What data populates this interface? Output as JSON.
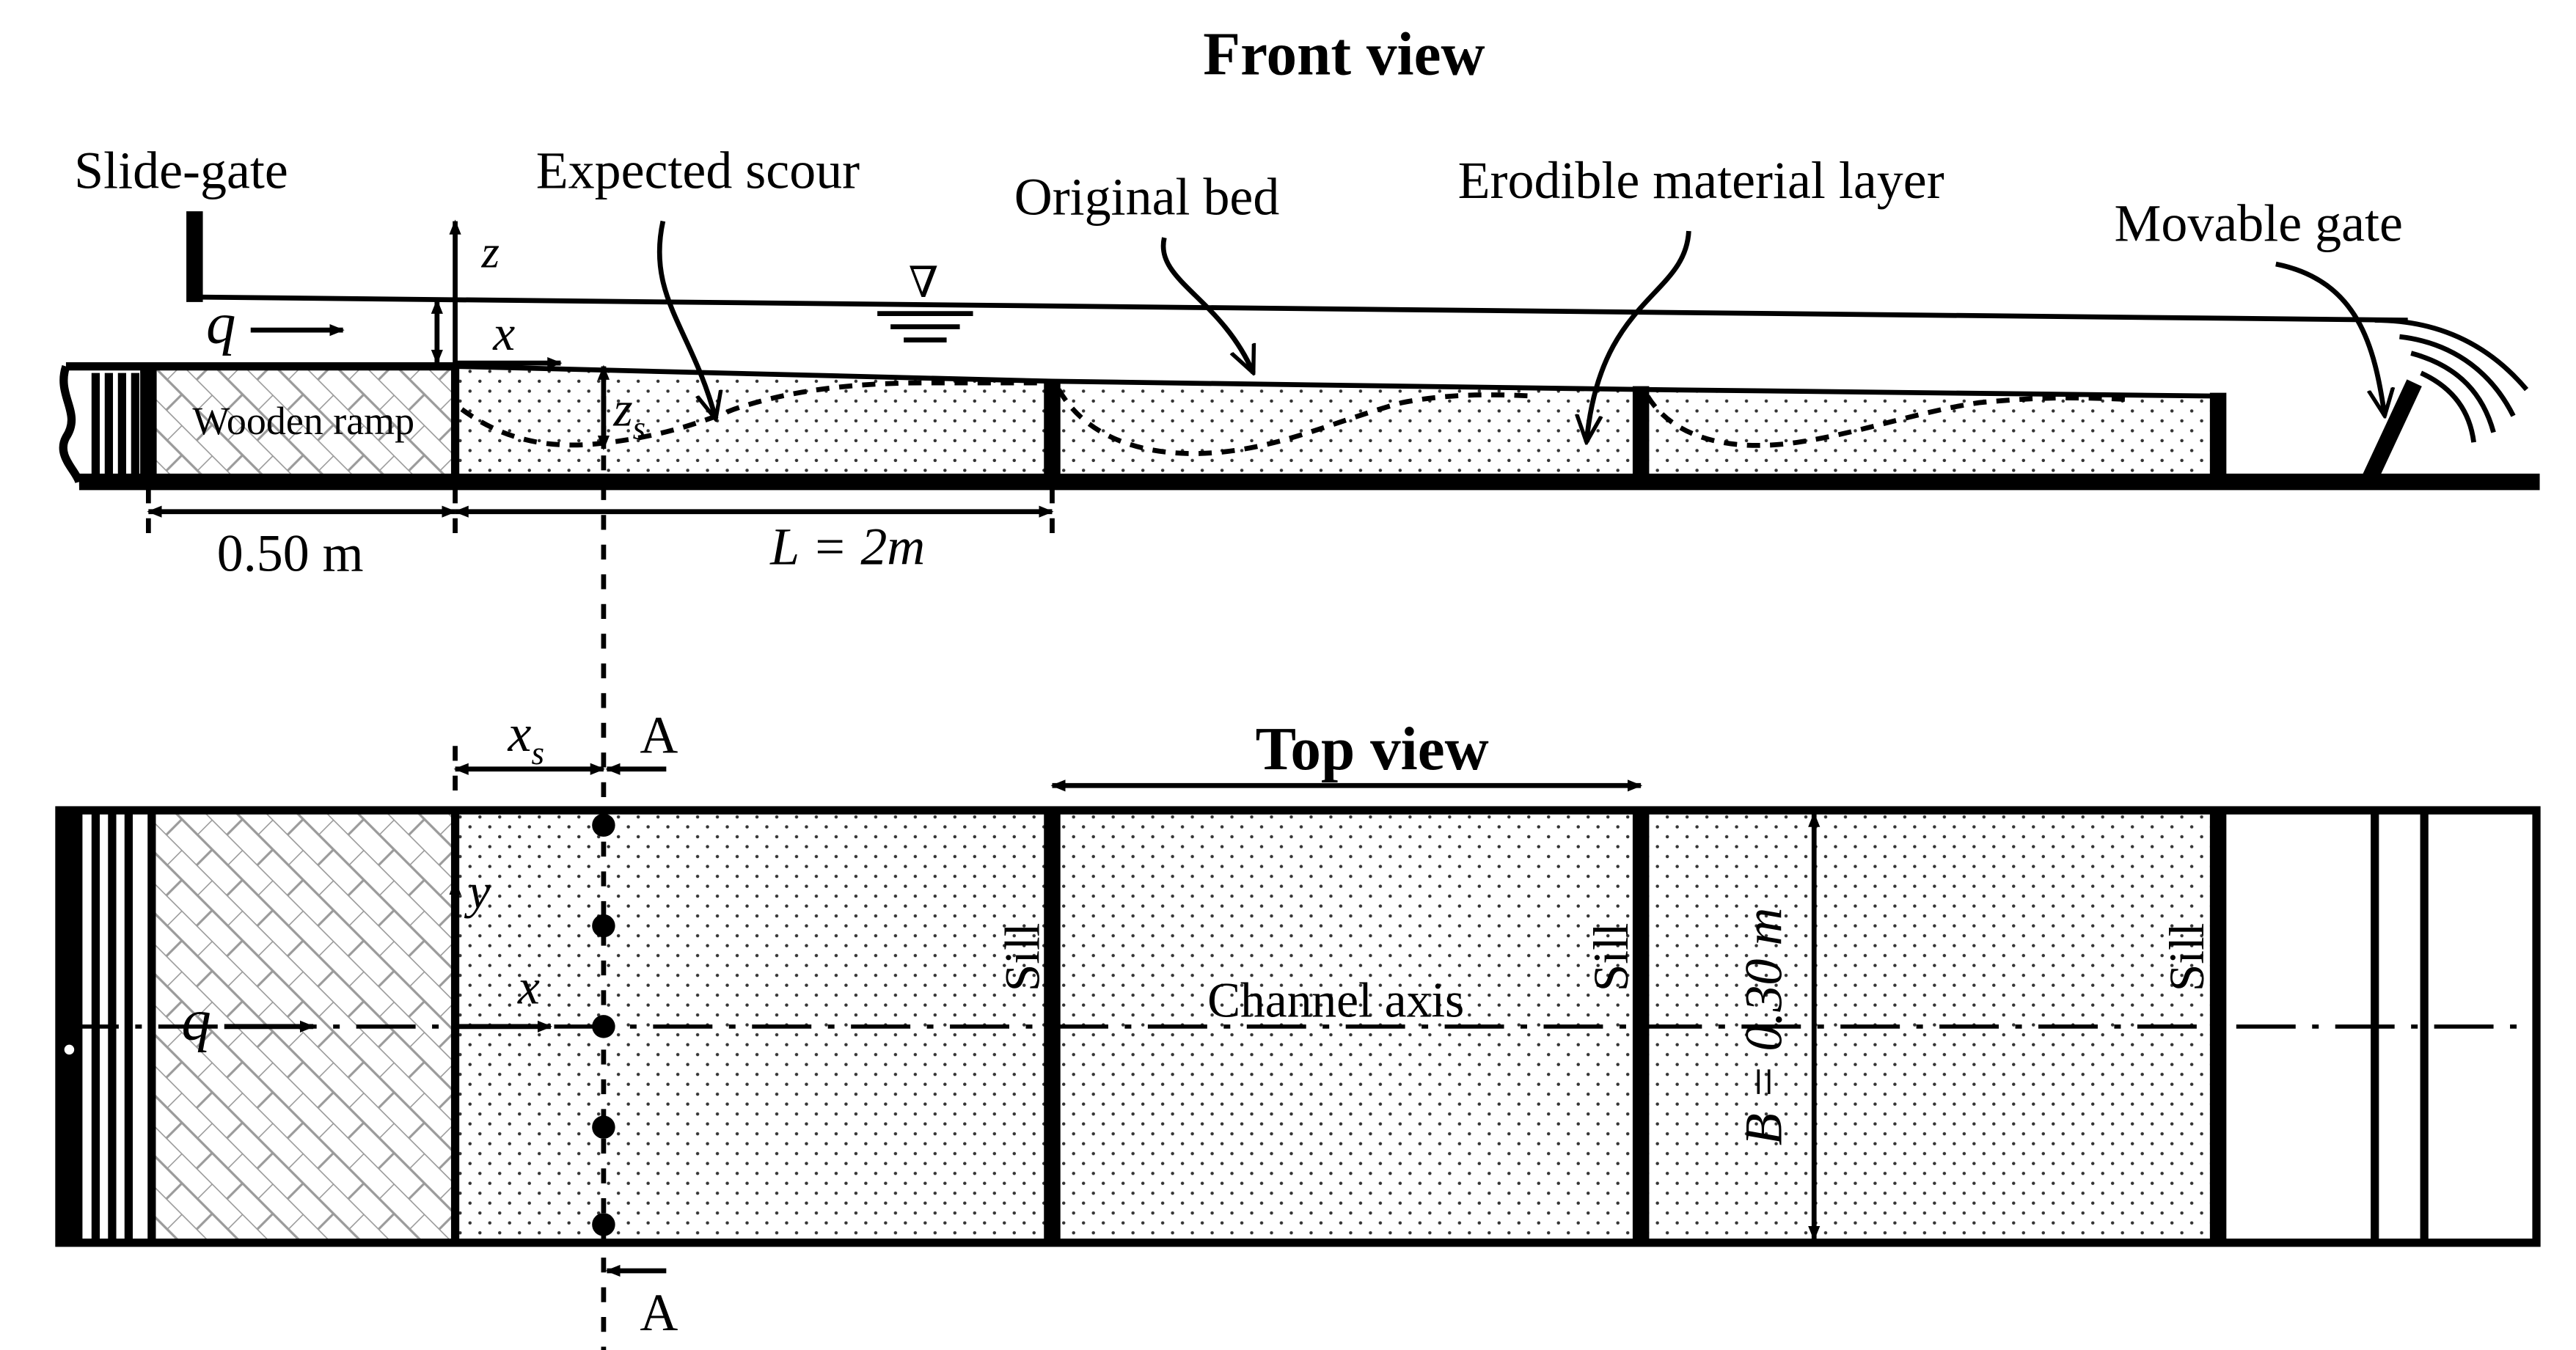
{
  "titles": {
    "front": "Front view",
    "top": "Top view"
  },
  "front_view": {
    "slide_gate": "Slide-gate",
    "expected_scour": "Expected scour",
    "original_bed": "Original bed",
    "erodible_layer": "Erodible material layer",
    "movable_gate": "Movable gate",
    "wooden_ramp": "Wooden ramp",
    "flow_symbol": "q",
    "axis_x": "x",
    "axis_z": "z",
    "scour_depth_base": "z",
    "scour_depth_sub": "s",
    "water_surface_symbol": "∇",
    "ramp_length": "0.50 m",
    "reach_length": "L = 2m"
  },
  "top_view": {
    "flow_symbol": "q",
    "axis_x": "x",
    "axis_y": "y",
    "scour_pos_base": "x",
    "scour_pos_sub": "s",
    "section_label": "A",
    "sill_label": "Sill",
    "channel_axis": "Channel axis",
    "width_label": "B = 0.30 m"
  },
  "colors": {
    "line": "#000000",
    "hatch": "#9a9a9a",
    "sand_dot": "#333333",
    "background": "#ffffff"
  }
}
